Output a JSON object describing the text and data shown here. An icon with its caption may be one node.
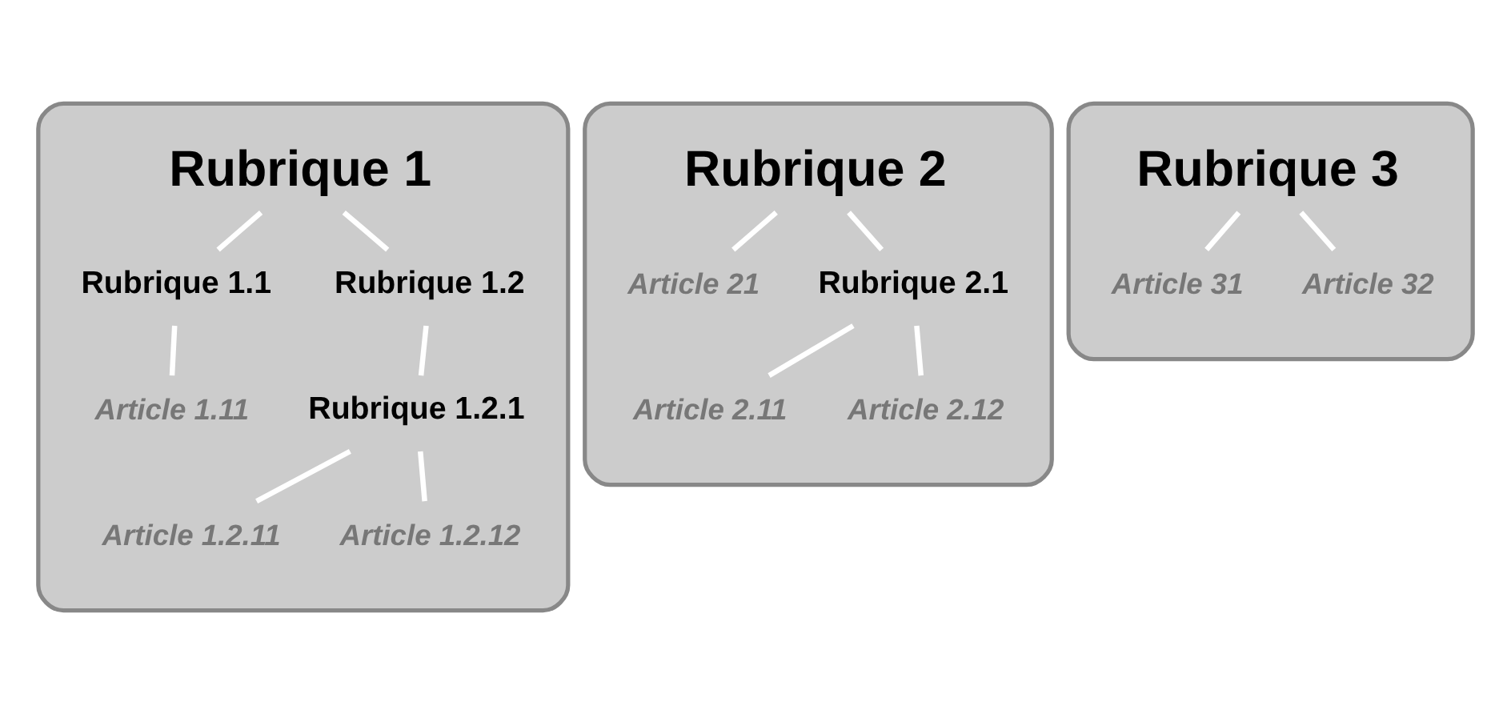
{
  "diagram": {
    "nodes": [
      {
        "text": [],
        "shape": "box"
      },
      {
        "text": [
          "Rubrique 1"
        ],
        "in": 0
      },
      {
        "text": [
          "Rubrique 1.1"
        ],
        "in": 0
      },
      {
        "text": [
          "Article 1.11"
        ],
        "in": 0
      },
      {
        "text": [
          "Rubrique 1.2"
        ],
        "in": 0
      },
      {
        "text": [
          "Rubrique 1.2.1"
        ],
        "in": 0
      },
      {
        "text": [
          "Article 1.2.11"
        ],
        "in": 0
      },
      {
        "text": [
          "Article 1.2.12"
        ],
        "in": 0
      },
      {
        "text": [],
        "shape": "box"
      },
      {
        "text": [
          "Rubrique 2"
        ],
        "in": 8
      },
      {
        "text": [
          "Article 21"
        ],
        "in": 8
      },
      {
        "text": [
          "Rubrique 2.1"
        ],
        "in": 8
      },
      {
        "text": [
          "Article 2.11"
        ],
        "in": 8
      },
      {
        "text": [
          "Article 2.12"
        ],
        "in": 8
      },
      {
        "text": [],
        "shape": "box"
      },
      {
        "text": [
          "Rubrique 3"
        ],
        "in": 14
      },
      {
        "text": [
          "Article 31"
        ],
        "in": 14
      },
      {
        "text": [
          "Article 32"
        ],
        "in": 14
      }
    ],
    "edges": [
      {
        "from": 1,
        "to": 2,
        "arrow": "none"
      },
      {
        "from": 1,
        "to": 4,
        "arrow": "none"
      },
      {
        "from": 2,
        "to": 3,
        "arrow": "none"
      },
      {
        "from": 4,
        "to": 5,
        "arrow": "none"
      },
      {
        "from": 5,
        "to": 6,
        "arrow": "none"
      },
      {
        "from": 5,
        "to": 7,
        "arrow": "none"
      },
      {
        "from": 9,
        "to": 10,
        "arrow": "none"
      },
      {
        "from": 9,
        "to": 11,
        "arrow": "none"
      },
      {
        "from": 11,
        "to": 12,
        "arrow": "none"
      },
      {
        "from": 11,
        "to": 13,
        "arrow": "none"
      },
      {
        "from": 15,
        "to": 16,
        "arrow": "none"
      },
      {
        "from": 15,
        "to": 17,
        "arrow": "none"
      }
    ]
  }
}
